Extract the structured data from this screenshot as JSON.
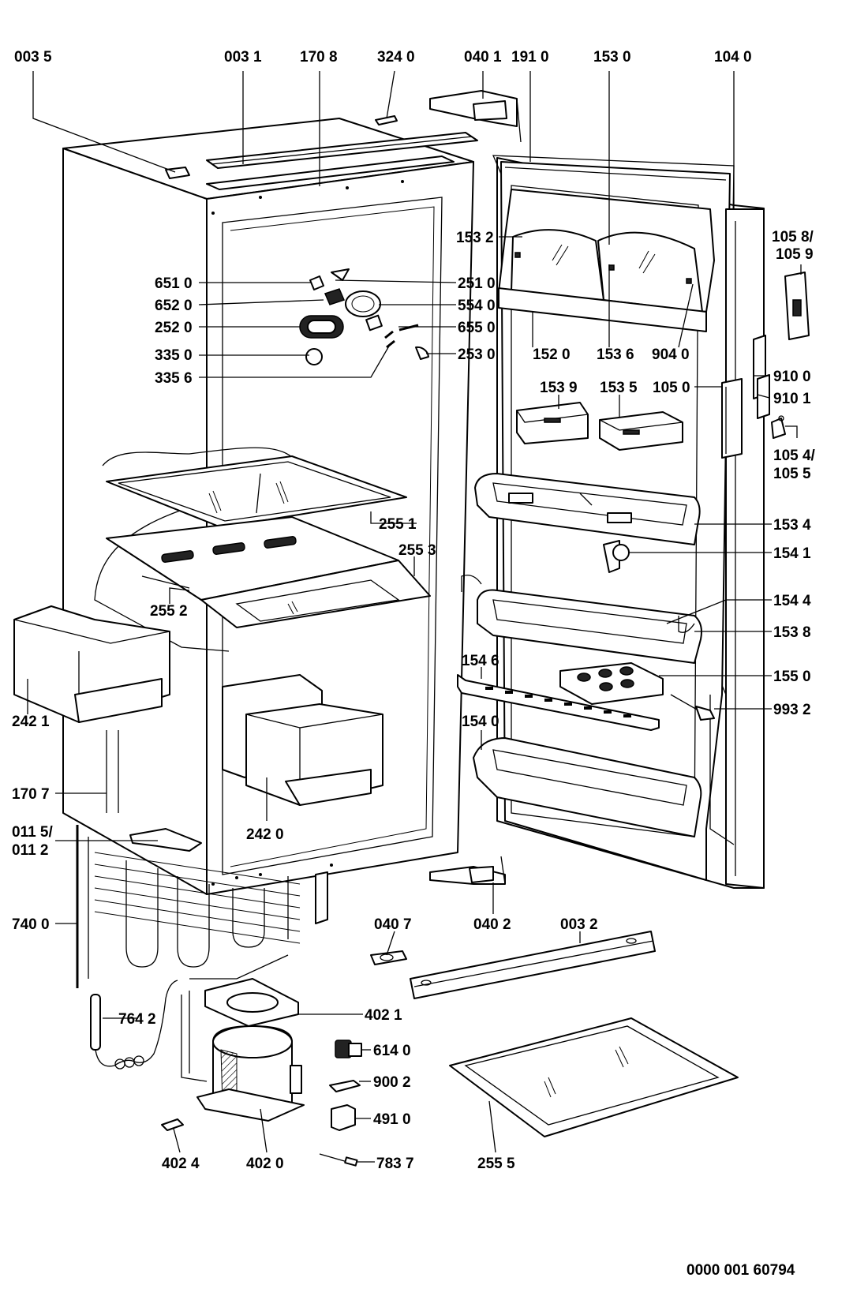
{
  "diagram": {
    "drawing_number": "0000 001 60794",
    "labels": [
      {
        "id": "003_5",
        "text": "003 5"
      },
      {
        "id": "003_1",
        "text": "003 1"
      },
      {
        "id": "170_8",
        "text": "170 8"
      },
      {
        "id": "324_0",
        "text": "324 0"
      },
      {
        "id": "040_1",
        "text": "040 1"
      },
      {
        "id": "191_0",
        "text": "191 0"
      },
      {
        "id": "153_0",
        "text": "153 0"
      },
      {
        "id": "104_0",
        "text": "104 0"
      },
      {
        "id": "153_2",
        "text": "153 2"
      },
      {
        "id": "105_8",
        "text": "105 8/"
      },
      {
        "id": "105_9",
        "text": "105 9"
      },
      {
        "id": "651_0",
        "text": "651 0"
      },
      {
        "id": "251_0",
        "text": "251 0"
      },
      {
        "id": "652_0",
        "text": "652 0"
      },
      {
        "id": "554_0",
        "text": "554 0"
      },
      {
        "id": "252_0",
        "text": "252 0"
      },
      {
        "id": "655_0",
        "text": "655 0"
      },
      {
        "id": "152_0",
        "text": "152 0"
      },
      {
        "id": "153_6",
        "text": "153 6"
      },
      {
        "id": "904_0",
        "text": "904 0"
      },
      {
        "id": "335_0",
        "text": "335 0"
      },
      {
        "id": "253_0",
        "text": "253 0"
      },
      {
        "id": "335_6",
        "text": "335 6"
      },
      {
        "id": "910_0",
        "text": "910 0"
      },
      {
        "id": "153_9",
        "text": "153 9"
      },
      {
        "id": "153_5",
        "text": "153 5"
      },
      {
        "id": "105_0",
        "text": "105 0"
      },
      {
        "id": "910_1",
        "text": "910 1"
      },
      {
        "id": "105_4",
        "text": "105 4/"
      },
      {
        "id": "105_5",
        "text": "105 5"
      },
      {
        "id": "255_1",
        "text": "255 1"
      },
      {
        "id": "153_4",
        "text": "153 4"
      },
      {
        "id": "255_3",
        "text": "255 3"
      },
      {
        "id": "154_1",
        "text": "154 1"
      },
      {
        "id": "255_2",
        "text": "255 2"
      },
      {
        "id": "154_4",
        "text": "154 4"
      },
      {
        "id": "153_8",
        "text": "153 8"
      },
      {
        "id": "154_6",
        "text": "154 6"
      },
      {
        "id": "155_0",
        "text": "155 0"
      },
      {
        "id": "242_1",
        "text": "242 1"
      },
      {
        "id": "993_2",
        "text": "993 2"
      },
      {
        "id": "154_0",
        "text": "154 0"
      },
      {
        "id": "170_7",
        "text": "170 7"
      },
      {
        "id": "242_0",
        "text": "242 0"
      },
      {
        "id": "011_5",
        "text": "011 5/"
      },
      {
        "id": "011_2",
        "text": "011 2"
      },
      {
        "id": "740_0",
        "text": "740 0"
      },
      {
        "id": "040_7",
        "text": "040 7"
      },
      {
        "id": "040_2",
        "text": "040 2"
      },
      {
        "id": "003_2",
        "text": "003 2"
      },
      {
        "id": "764_2",
        "text": "764 2"
      },
      {
        "id": "402_1",
        "text": "402 1"
      },
      {
        "id": "614_0",
        "text": "614 0"
      },
      {
        "id": "900_2",
        "text": "900 2"
      },
      {
        "id": "491_0",
        "text": "491 0"
      },
      {
        "id": "402_4",
        "text": "402 4"
      },
      {
        "id": "402_0",
        "text": "402 0"
      },
      {
        "id": "783_7",
        "text": "783 7"
      },
      {
        "id": "255_5",
        "text": "255 5"
      }
    ]
  }
}
